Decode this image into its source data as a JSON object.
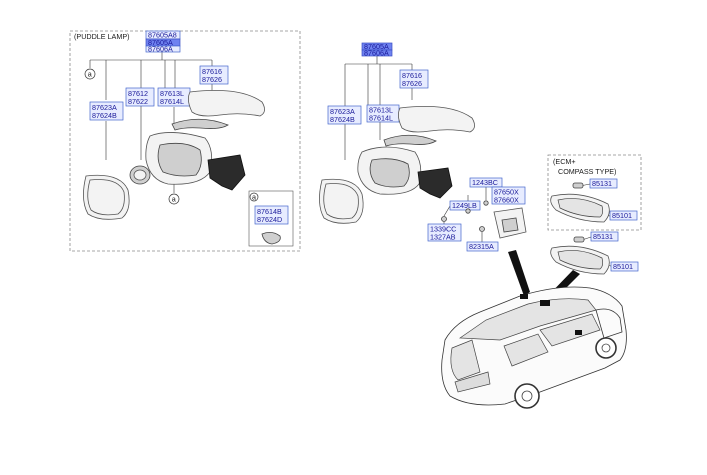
{
  "left_group": {
    "title": "(PUDDLE LAMP)",
    "codes": {
      "c87605": {
        "lines": [
          "87605A8",
          "87605A",
          "87606A"
        ]
      },
      "c87616": {
        "lines": [
          "87616",
          "87626"
        ]
      },
      "c87612": {
        "lines": [
          "87612",
          "87622"
        ]
      },
      "c87613": {
        "lines": [
          "87613L",
          "87614L"
        ]
      },
      "c87623": {
        "lines": [
          "87623A",
          "87624B"
        ]
      }
    },
    "callout_a": "a",
    "inset": {
      "callout": "a",
      "codes": {
        "lines": [
          "87614B",
          "87624D"
        ]
      }
    }
  },
  "right_group": {
    "codes": {
      "c87605": {
        "lines": [
          "87605A",
          "87606A"
        ]
      },
      "c87616": {
        "lines": [
          "87616",
          "87626"
        ]
      },
      "c87613": {
        "lines": [
          "87613L",
          "87614L"
        ]
      },
      "c87623": {
        "lines": [
          "87623A",
          "87624B"
        ]
      },
      "c1243": {
        "lines": [
          "1243BC"
        ]
      },
      "c87650": {
        "lines": [
          "87650X",
          "87660X"
        ]
      },
      "c1249": {
        "lines": [
          "1249LB"
        ]
      },
      "c1339": {
        "lines": [
          "1339CC",
          "1327AB"
        ]
      },
      "c82315": {
        "lines": [
          "82315A"
        ]
      }
    }
  },
  "ecm_group": {
    "title_line1": "(ECM+",
    "title_line2": "COMPASS TYPE)",
    "codes": {
      "c85131a": {
        "lines": [
          "85131"
        ]
      },
      "c85101a": {
        "lines": [
          "85101"
        ]
      }
    }
  },
  "mirror_std": {
    "codes": {
      "c85131b": {
        "lines": [
          "85131"
        ]
      },
      "c85101b": {
        "lines": [
          "85101"
        ]
      }
    }
  }
}
